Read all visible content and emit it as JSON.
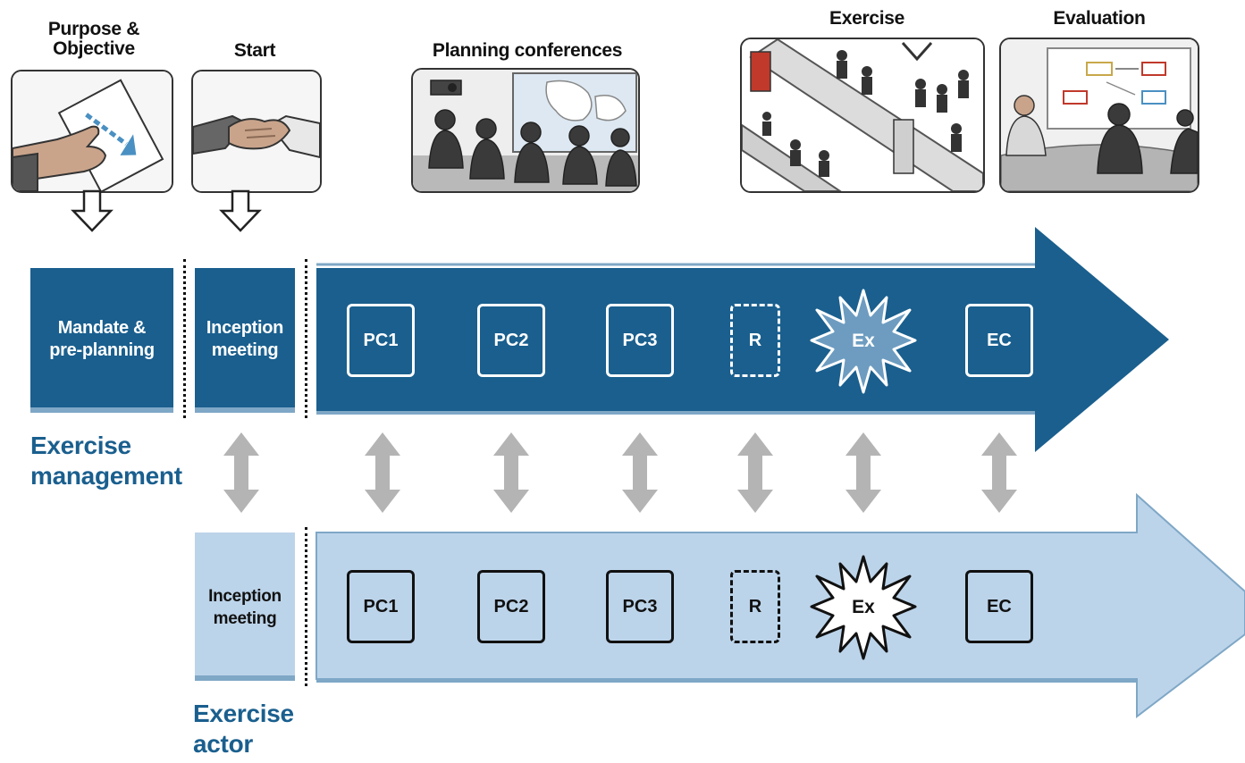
{
  "headers": {
    "purpose": "Purpose &\nObjective",
    "start": "Start",
    "planning": "Planning conferences",
    "exercise": "Exercise",
    "evaluation": "Evaluation"
  },
  "management_lane": {
    "label": "Exercise\nmanagement",
    "mandate": "Mandate &\npre-planning",
    "inception": "Inception\nmeeting",
    "milestones": [
      "PC1",
      "PC2",
      "PC3",
      "R",
      "Ex",
      "EC"
    ]
  },
  "actor_lane": {
    "label": "Exercise\nactor",
    "inception": "Inception\nmeeting",
    "milestones": [
      "PC1",
      "PC2",
      "PC3",
      "R",
      "Ex",
      "EC"
    ]
  },
  "colors": {
    "dark_blue": "#1a5f8e",
    "light_blue": "#bcd4ea",
    "star_dark_fill": "#6d9cc0",
    "arrow_gray": "#b4b4b4"
  },
  "icons": {
    "purpose": "hand-document-icon",
    "start": "handshake-icon",
    "planning": "conference-room-icon",
    "exercise": "exercise-floorplan-icon",
    "evaluation": "evaluation-meeting-icon"
  }
}
